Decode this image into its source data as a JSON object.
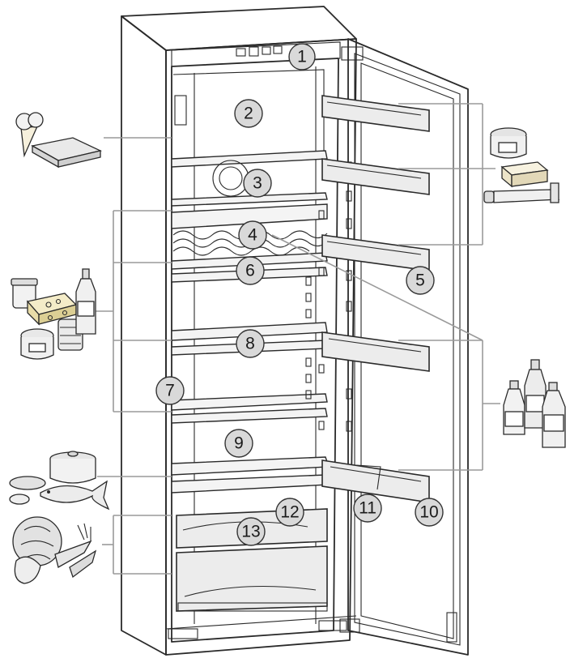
{
  "diagram": {
    "callouts": [
      {
        "id": "1",
        "label": "1"
      },
      {
        "id": "2",
        "label": "2"
      },
      {
        "id": "3",
        "label": "3"
      },
      {
        "id": "4",
        "label": "4"
      },
      {
        "id": "5",
        "label": "5"
      },
      {
        "id": "6",
        "label": "6"
      },
      {
        "id": "7",
        "label": "7"
      },
      {
        "id": "8",
        "label": "8"
      },
      {
        "id": "9",
        "label": "9"
      },
      {
        "id": "10",
        "label": "10"
      },
      {
        "id": "11",
        "label": "11"
      },
      {
        "id": "12",
        "label": "12"
      },
      {
        "id": "13",
        "label": "13"
      }
    ],
    "food_icons": [
      "ice-cream-cone-icon",
      "frozen-food-box-icon",
      "jam-jar-icon",
      "butter-icon",
      "tube-icon",
      "cheese-icon",
      "jars-icon",
      "bottle-icon",
      "drink-bottles-icon",
      "fish-icon",
      "cooking-pot-icon",
      "vegetables-icon"
    ],
    "colors": {
      "callout_fill": "#d9d9d9",
      "line": "#2a2a2a",
      "leader": "#9a9a9a"
    }
  }
}
